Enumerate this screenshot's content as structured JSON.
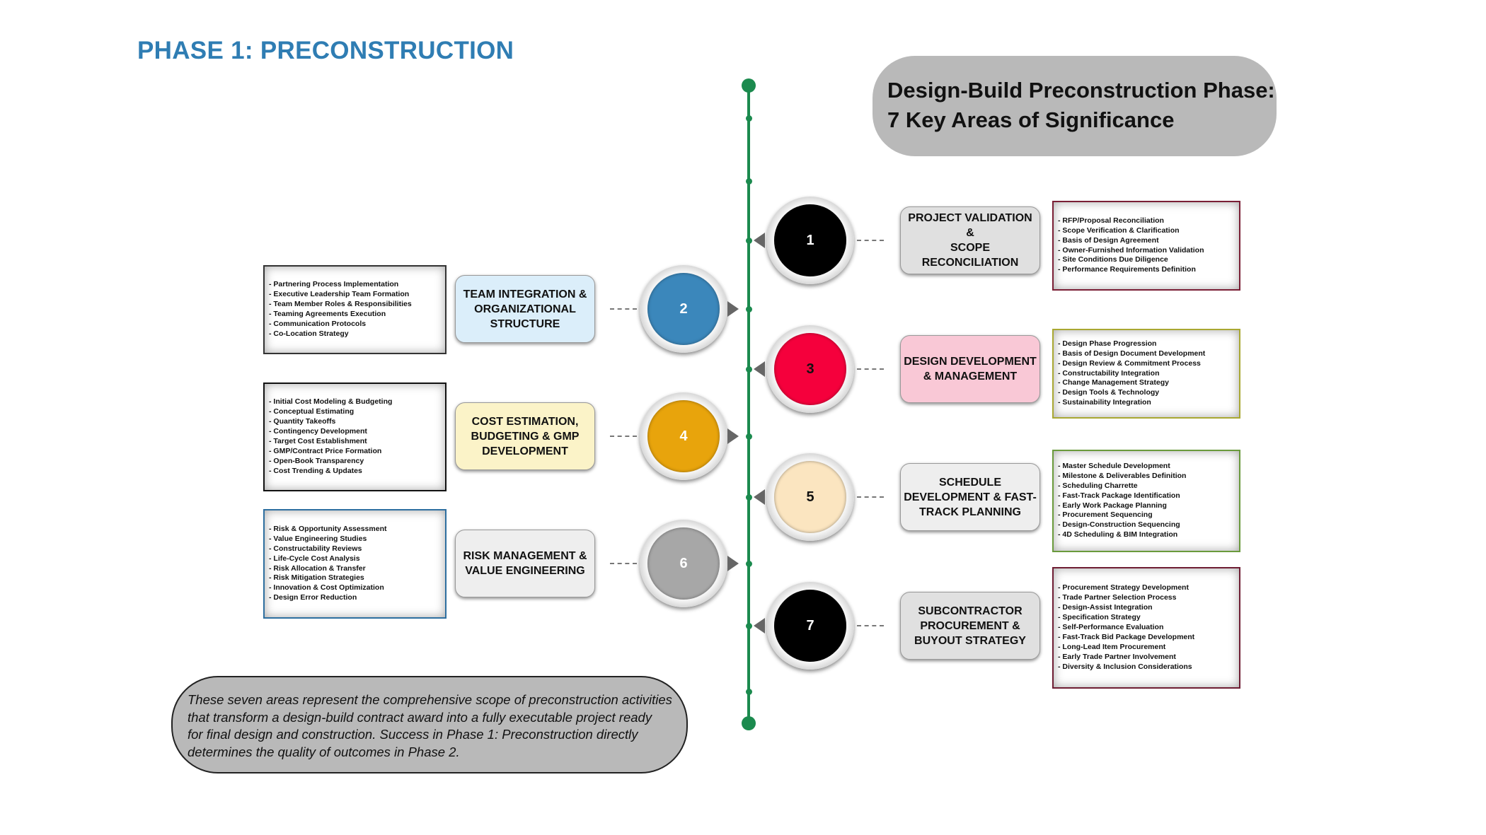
{
  "title": "PHASE 1: PRECONSTRUCTION",
  "header": {
    "line1": "Design-Build Preconstruction Phase:",
    "line2": "7 Key Areas of Significance"
  },
  "footer": {
    "lines": [
      "These seven areas represent the comprehensive scope of preconstruction activities",
      "that transform a design-build contract award into a fully executable project ready",
      "for final design and construction. Success in Phase 1: Preconstruction directly",
      "determines the quality of outcomes in Phase 2."
    ]
  },
  "areas": [
    {
      "number": "1",
      "side": "right",
      "circle_color": "#000000",
      "number_color": "#ffffff",
      "label_color": "#e0e0e0",
      "border_color": "#7a1f35",
      "title_lines": [
        "PROJECT VALIDATION &",
        "SCOPE RECONCILIATION"
      ],
      "items": [
        "- RFP/Proposal Reconciliation",
        "- Scope Verification & Clarification",
        "- Basis of Design Agreement",
        "- Owner-Furnished Information Validation",
        "- Site Conditions Due Diligence",
        "- Performance Requirements Definition"
      ]
    },
    {
      "number": "2",
      "side": "left",
      "circle_color": "#3b87bb",
      "number_color": "#ffffff",
      "label_color": "#dbeefa",
      "border_color": "#333333",
      "title_lines": [
        "TEAM INTEGRATION &",
        "ORGANIZATIONAL",
        "STRUCTURE"
      ],
      "items": [
        "- Partnering Process Implementation",
        "- Executive Leadership Team Formation",
        "- Team Member Roles & Responsibilities",
        "- Teaming Agreements Execution",
        "- Communication Protocols",
        "- Co-Location Strategy"
      ]
    },
    {
      "number": "3",
      "side": "right",
      "circle_color": "#f5003c",
      "number_color": "#111111",
      "label_color": "#f9c8d6",
      "border_color": "#a9a832",
      "title_lines": [
        "DESIGN DEVELOPMENT",
        "& MANAGEMENT"
      ],
      "items": [
        "- Design Phase Progression",
        "- Basis of Design Document Development",
        "- Design Review & Commitment Process",
        "- Constructability Integration",
        "- Change Management Strategy",
        "- Design Tools & Technology",
        "- Sustainability Integration"
      ]
    },
    {
      "number": "4",
      "side": "left",
      "circle_color": "#e8a40c",
      "number_color": "#ffffff",
      "label_color": "#fbf3c8",
      "border_color": "#111111",
      "title_lines": [
        "COST ESTIMATION,",
        "BUDGETING & GMP",
        "DEVELOPMENT"
      ],
      "items": [
        "- Initial Cost Modeling & Budgeting",
        "- Conceptual Estimating",
        "- Quantity Takeoffs",
        "- Contingency Development",
        "- Target Cost Establishment",
        "- GMP/Contract Price Formation",
        "- Open-Book Transparency",
        "- Cost Trending & Updates"
      ]
    },
    {
      "number": "5",
      "side": "right",
      "circle_color": "#fbe5c0",
      "number_color": "#111111",
      "label_color": "#eeeeee",
      "border_color": "#6a9a3c",
      "title_lines": [
        "SCHEDULE",
        "DEVELOPMENT & FAST-",
        "TRACK PLANNING"
      ],
      "items": [
        "- Master Schedule Development",
        "- Milestone & Deliverables Definition",
        "- Scheduling Charrette",
        "- Fast-Track Package Identification",
        "- Early Work Package Planning",
        "- Procurement Sequencing",
        "- Design-Construction Sequencing",
        "- 4D Scheduling & BIM Integration"
      ]
    },
    {
      "number": "6",
      "side": "left",
      "circle_color": "#a7a7a7",
      "number_color": "#ffffff",
      "label_color": "#eeeeee",
      "border_color": "#2e6fa0",
      "title_lines": [
        "RISK MANAGEMENT &",
        "VALUE ENGINEERING"
      ],
      "items": [
        "- Risk & Opportunity Assessment",
        "- Value Engineering Studies",
        "- Constructability Reviews",
        "- Life-Cycle Cost Analysis",
        "- Risk Allocation & Transfer",
        "- Risk Mitigation Strategies",
        "- Innovation & Cost Optimization",
        "- Design Error Reduction"
      ]
    },
    {
      "number": "7",
      "side": "right",
      "circle_color": "#000000",
      "number_color": "#ffffff",
      "label_color": "#e0e0e0",
      "border_color": "#6e1d33",
      "title_lines": [
        "SUBCONTRACTOR",
        "PROCUREMENT &",
        "BUYOUT STRATEGY"
      ],
      "items": [
        "- Procurement Strategy Development",
        "- Trade Partner Selection Process",
        "- Design-Assist Integration",
        "- Specification Strategy",
        "- Self-Performance Evaluation",
        "- Fast-Track Bid Package Development",
        "- Long-Lead Item Procurement",
        "- Early Trade Partner Involvement",
        "- Diversity & Inclusion Considerations"
      ]
    }
  ]
}
